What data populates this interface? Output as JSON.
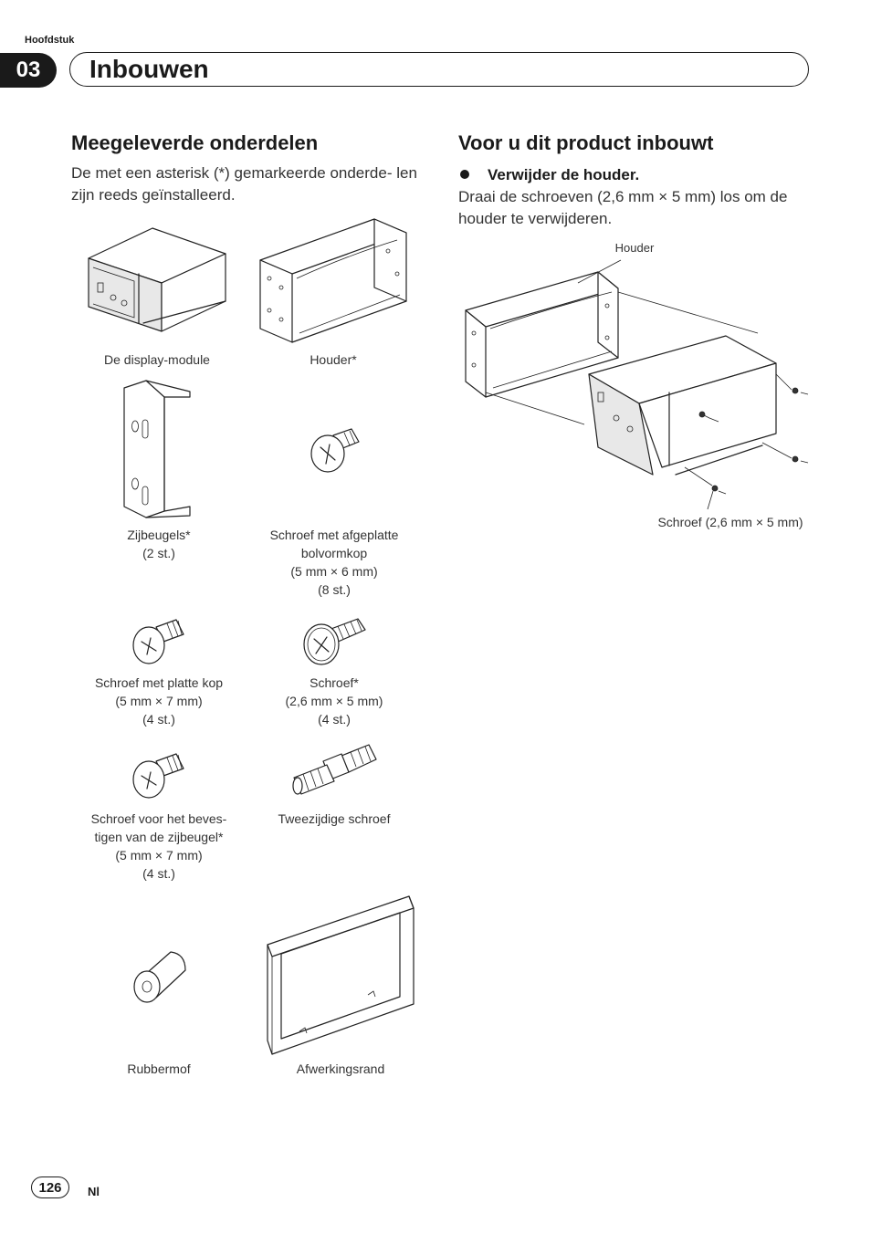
{
  "header": {
    "chapter_label": "Hoofdstuk",
    "chapter_number": "03",
    "chapter_title": "Inbouwen"
  },
  "left": {
    "heading": "Meegeleverde onderdelen",
    "intro": "De met een asterisk (*) gemarkeerde onderde- len zijn reeds geïnstalleerd.",
    "parts": [
      {
        "icon": "display-module-icon",
        "lines": [
          "De display-module"
        ]
      },
      {
        "icon": "holder-sleeve-icon",
        "lines": [
          "Houder*"
        ]
      },
      {
        "icon": "side-bracket-icon",
        "lines": [
          "Zijbeugels*",
          "(2 st.)"
        ]
      },
      {
        "icon": "truss-head-screw-icon",
        "lines": [
          "Schroef met afgeplatte",
          "bolvormkop",
          "(5 mm × 6 mm)",
          "(8 st.)"
        ]
      },
      {
        "icon": "flat-head-screw-icon",
        "lines": [
          "Schroef met platte kop",
          "(5 mm × 7 mm)",
          "(4 st.)"
        ]
      },
      {
        "icon": "screw-icon",
        "lines": [
          "Schroef*",
          "(2,6 mm × 5 mm)",
          "(4 st.)"
        ]
      },
      {
        "icon": "bracket-screw-icon",
        "lines": [
          "Schroef voor het beves-",
          "tigen van de zijbeugel*",
          "(5 mm × 7 mm)",
          "(4 st.)"
        ]
      },
      {
        "icon": "double-ended-screw-icon",
        "lines": [
          "Tweezijdige schroef"
        ]
      },
      {
        "icon": "rubber-bush-icon",
        "lines": [
          "Rubbermof"
        ]
      },
      {
        "icon": "trim-ring-icon",
        "lines": [
          "Afwerkingsrand"
        ]
      }
    ]
  },
  "right": {
    "heading": "Voor u dit product inbouwt",
    "step_title": "Verwijder de houder.",
    "step_text": "Draai de schroeven (2,6 mm × 5 mm) los om de houder te verwijderen.",
    "diagram_labels": {
      "holder": "Houder",
      "screw": "Schroef (2,6 mm × 5 mm)"
    }
  },
  "footer": {
    "page_number": "126",
    "language": "Nl"
  }
}
